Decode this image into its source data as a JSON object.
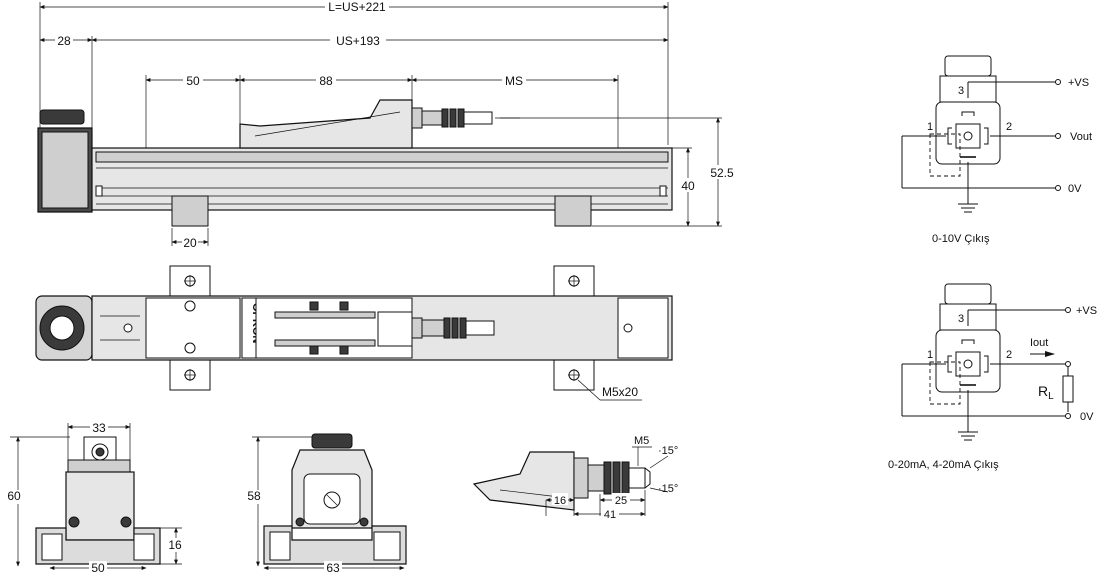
{
  "dimensions": {
    "total_length": "L=US+221",
    "left_offset": "28",
    "stroke_length": "US+193",
    "dim_50": "50",
    "dim_88": "88",
    "ms": "MS",
    "height_40": "40",
    "height_52_5": "52.5",
    "foot_20": "20",
    "screw": "M5x20",
    "end_width_33": "33",
    "end_height_60": "60",
    "end_foot_16": "16",
    "end_base_50": "50",
    "end2_height_58": "58",
    "end2_base_63": "63",
    "rod_thread": "M5",
    "rod_16": "16",
    "rod_25": "25",
    "rod_41": "41",
    "angle_top": "15°",
    "angle_bottom": "15°"
  },
  "brand": "OPKON",
  "wiring": {
    "voltage": {
      "pin3": "3",
      "pin1": "1",
      "pin2": "2",
      "vs": "+VS",
      "vout": "Vout",
      "zero": "0V",
      "caption": "0-10V Çıkış"
    },
    "current": {
      "pin3": "3",
      "pin1": "1",
      "pin2": "2",
      "vs": "+VS",
      "iout": "Iout",
      "rl_main": "R",
      "rl_sub": "L",
      "zero": "0V",
      "caption": "0-20mA,  4-20mA  Çıkış"
    }
  }
}
